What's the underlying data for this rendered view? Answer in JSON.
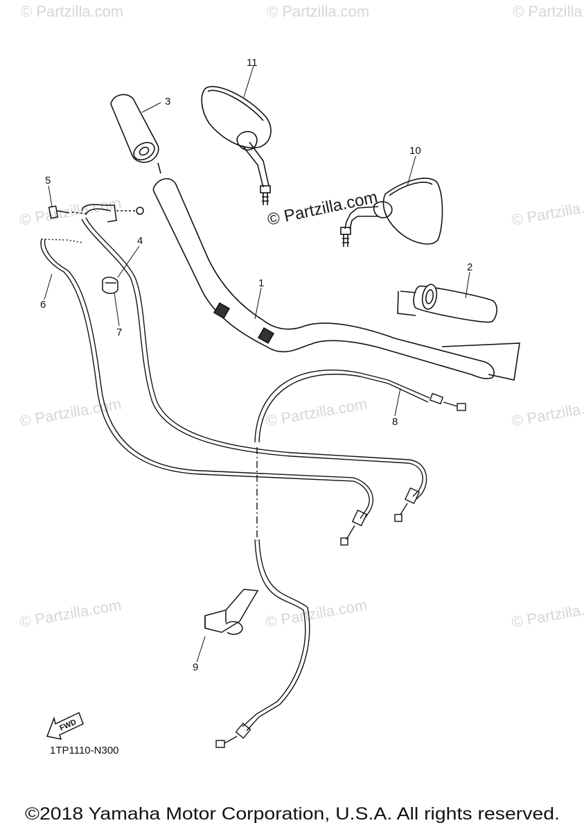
{
  "watermark": {
    "text": "© Partzilla.com",
    "center_text": "© Partzilla.com"
  },
  "callouts": {
    "c1": "1",
    "c2": "2",
    "c3": "3",
    "c4": "4",
    "c5": "5",
    "c6": "6",
    "c7": "7",
    "c8": "8",
    "c9": "9",
    "c10": "10",
    "c11": "11"
  },
  "fwd_label": "FWD",
  "diagram_code": "1TP1110-N300",
  "copyright": "©2018 Yamaha Motor Corporation, U.S.A. All rights reserved."
}
